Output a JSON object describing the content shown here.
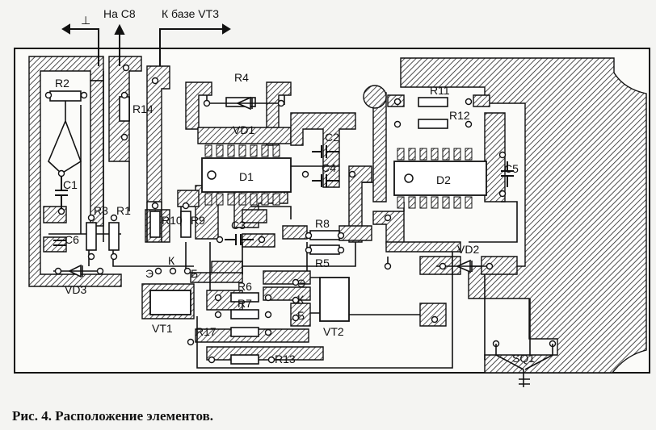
{
  "connectors": {
    "ground": "⊥",
    "to_c8": "На С8",
    "to_vt3_base": "К базе VT3"
  },
  "components": {
    "r1": "R1",
    "r2": "R2",
    "r3": "R3",
    "r4": "R4",
    "r5": "R5",
    "r6": "R6",
    "r7": "R7",
    "r8": "R8",
    "r9": "R9",
    "r10": "R10",
    "r11": "R11",
    "r12": "R12",
    "r13": "R13",
    "r14": "R14",
    "r17": "R17",
    "c1": "C1",
    "c2": "C2",
    "c3": "C3",
    "c4": "C4",
    "c5": "C5",
    "c6": "C6",
    "vd1": "VD1",
    "vd2": "VD2",
    "vd3": "VD3",
    "d1": "D1",
    "d2": "D2",
    "vt1": "VT1",
    "vt2": "VT2",
    "sq1": "SQ1"
  },
  "pins": {
    "e": "Э",
    "k": "К",
    "b": "Б"
  },
  "caption": "Рис. 4. Расположение элементов."
}
